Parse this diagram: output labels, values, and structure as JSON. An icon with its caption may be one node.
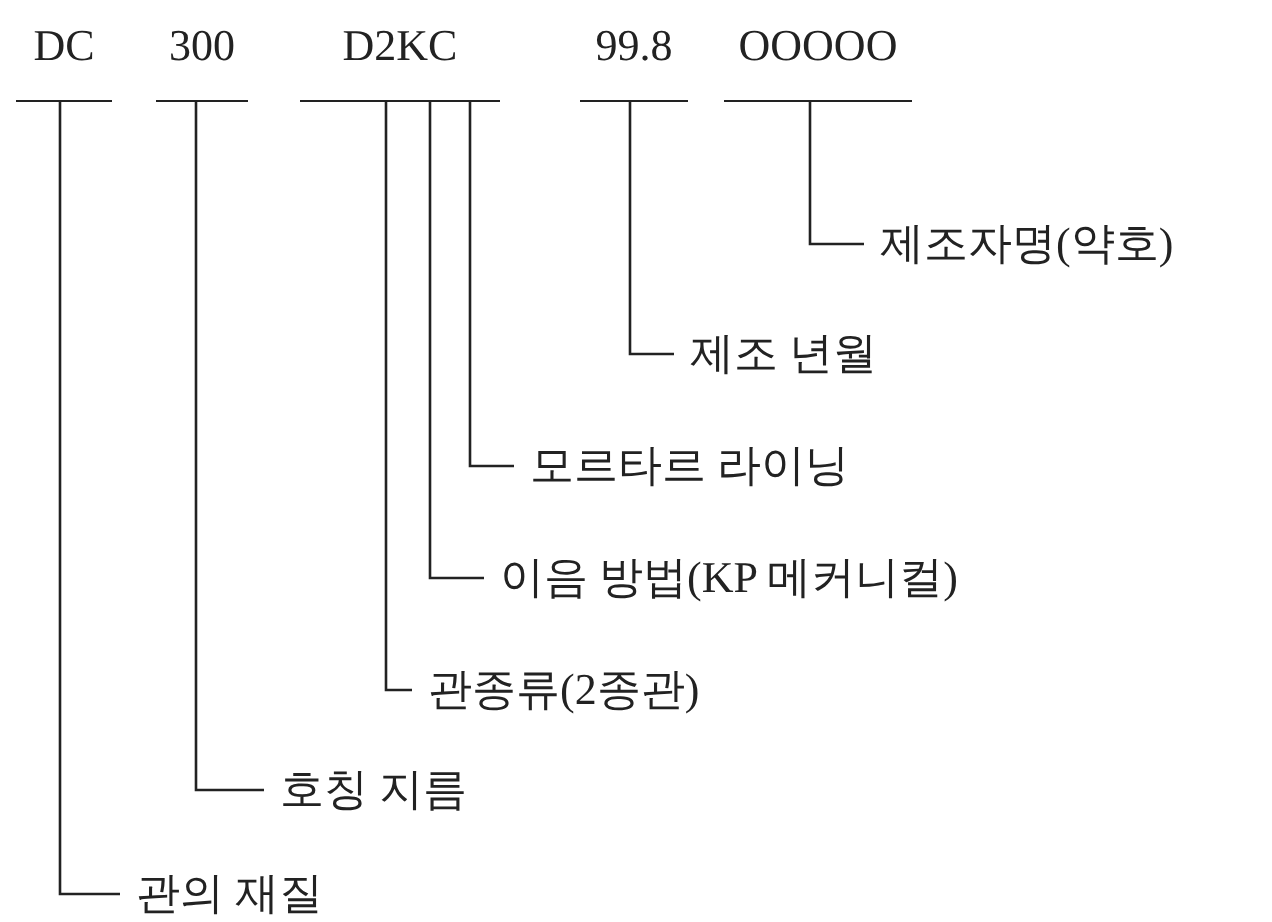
{
  "diagram": {
    "nodes": [
      {
        "text": [
          "DC"
        ]
      },
      {
        "text": [
          "300"
        ]
      },
      {
        "text": [
          "D2KC"
        ]
      },
      {
        "text": [
          "99.8"
        ]
      },
      {
        "text": [
          "OOOOO"
        ]
      },
      {
        "text": [
          "제조자명(약호)"
        ]
      },
      {
        "text": [
          "제조 년월"
        ]
      },
      {
        "text": [
          "모르타르 라이닝"
        ]
      },
      {
        "text": [
          "이음 방법(KP 메커니컬)"
        ]
      },
      {
        "text": [
          "관종류(2종관)"
        ]
      },
      {
        "text": [
          "호칭 지름"
        ]
      },
      {
        "text": [
          "관의 재질"
        ]
      }
    ],
    "edges": [
      {
        "from": 5,
        "to": 4,
        "arrow": "none"
      },
      {
        "from": 6,
        "to": 3,
        "arrow": "none"
      },
      {
        "from": 7,
        "to": 2,
        "arrow": "none"
      },
      {
        "from": 8,
        "to": 2,
        "arrow": "none"
      },
      {
        "from": 9,
        "to": 2,
        "arrow": "none"
      },
      {
        "from": 10,
        "to": 1,
        "arrow": "none"
      },
      {
        "from": 11,
        "to": 0,
        "arrow": "none"
      }
    ]
  }
}
